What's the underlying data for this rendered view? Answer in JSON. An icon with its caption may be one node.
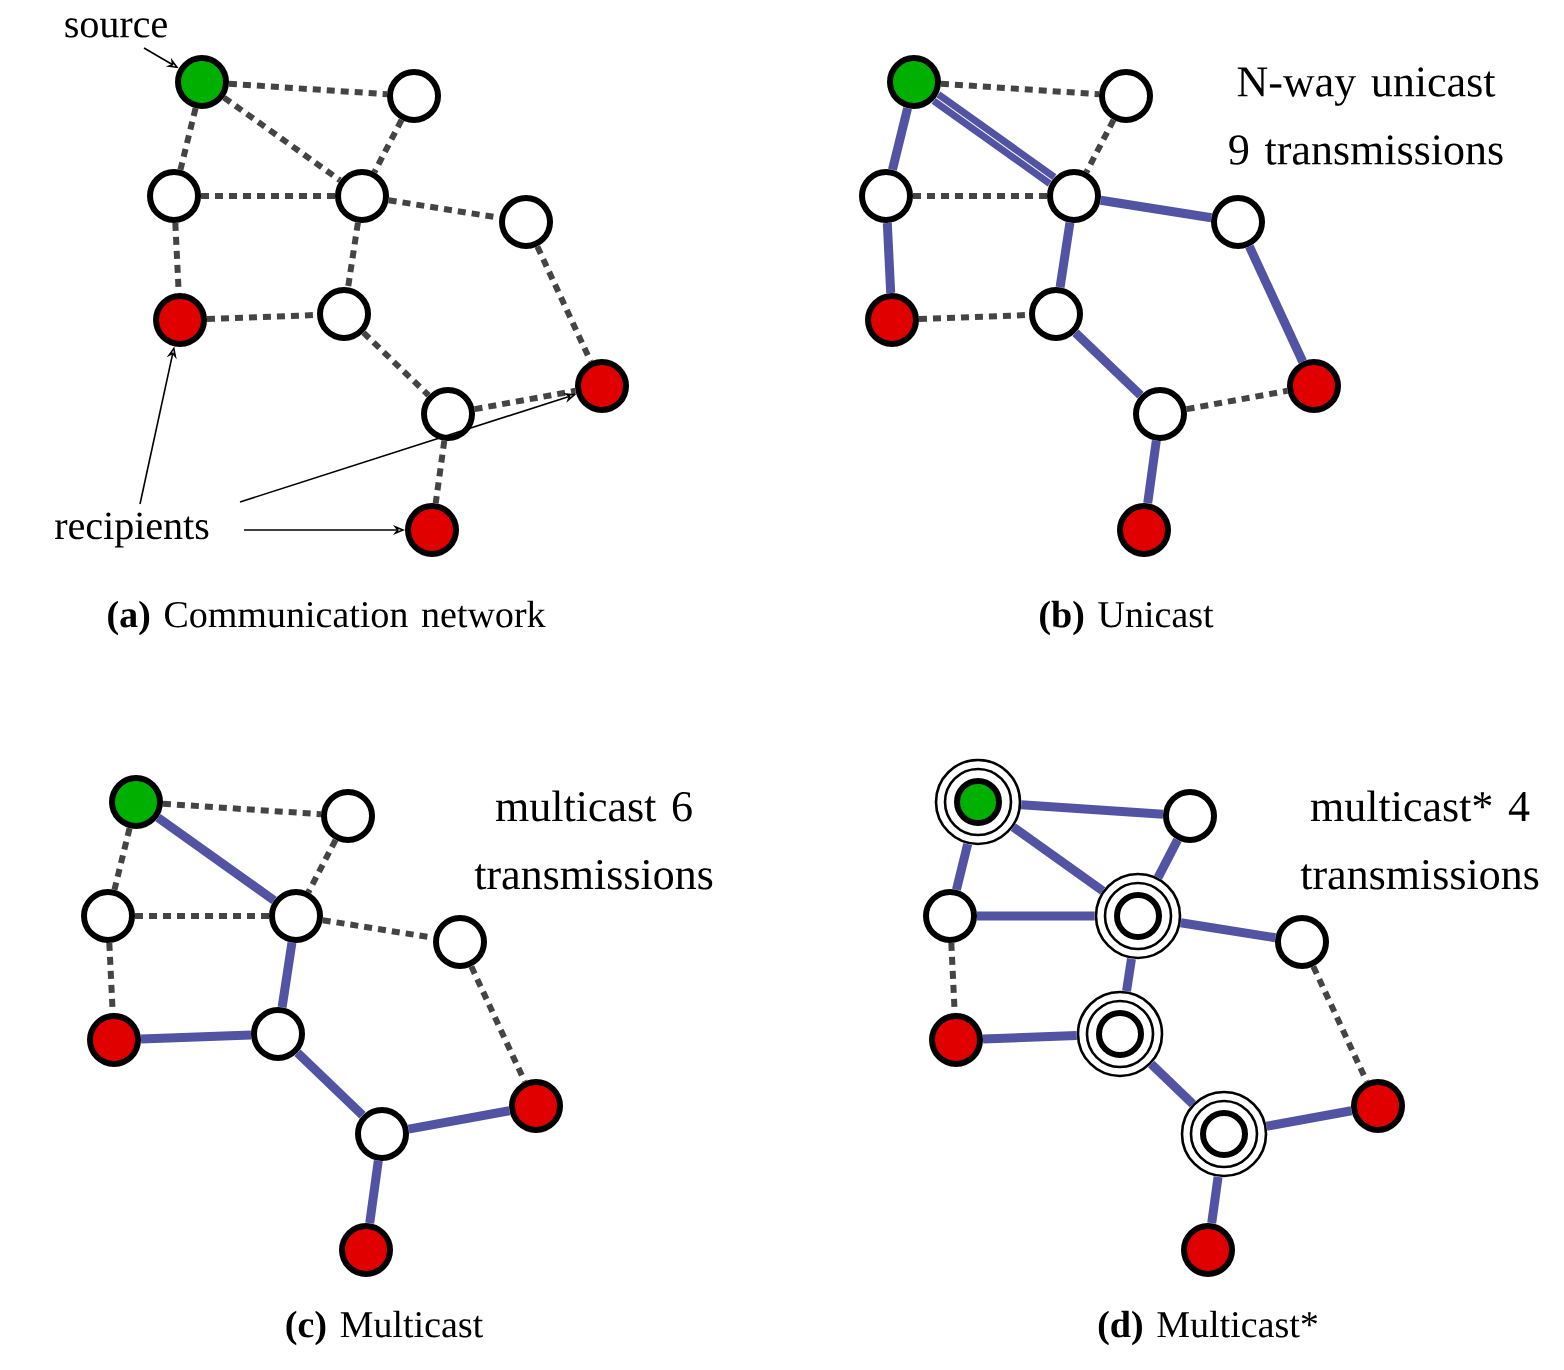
{
  "diagram": {
    "nodes": [
      {
        "text": [
          "source"
        ]
      },
      {
        "text": [],
        "shape": "circle"
      },
      {
        "text": [],
        "shape": "circle"
      },
      {
        "text": [],
        "shape": "circle"
      },
      {
        "text": [],
        "shape": "circle"
      },
      {
        "text": [],
        "shape": "circle"
      },
      {
        "text": [],
        "shape": "circle"
      },
      {
        "text": [],
        "shape": "circle"
      },
      {
        "text": [],
        "shape": "circle"
      },
      {
        "text": [],
        "shape": "circle"
      },
      {
        "text": [],
        "shape": "circle"
      },
      {
        "text": [
          "recipients"
        ]
      },
      {
        "text": [],
        "shape": "circle"
      },
      {
        "text": [],
        "shape": "circle"
      },
      {
        "text": [],
        "shape": "circle"
      },
      {
        "text": [],
        "shape": "circle"
      },
      {
        "text": [],
        "shape": "circle"
      },
      {
        "text": [],
        "shape": "circle"
      },
      {
        "text": [],
        "shape": "circle"
      },
      {
        "text": [],
        "shape": "circle"
      },
      {
        "text": [],
        "shape": "circle"
      },
      {
        "text": [],
        "shape": "circle"
      },
      {
        "text": [],
        "shape": "circle"
      },
      {
        "text": [],
        "shape": "circle"
      },
      {
        "text": [],
        "shape": "circle"
      },
      {
        "text": [],
        "shape": "circle"
      },
      {
        "text": [],
        "shape": "circle"
      },
      {
        "text": [],
        "shape": "circle"
      },
      {
        "text": [],
        "shape": "circle"
      },
      {
        "text": [],
        "shape": "circle"
      },
      {
        "text": [],
        "shape": "circle"
      },
      {
        "text": [],
        "shape": "circle"
      },
      {
        "text": [],
        "shape": "target"
      },
      {
        "text": [],
        "shape": "circle"
      },
      {
        "text": [],
        "shape": "circle"
      },
      {
        "text": [],
        "shape": "target"
      },
      {
        "text": [],
        "shape": "circle"
      },
      {
        "text": [],
        "shape": "circle"
      },
      {
        "text": [],
        "shape": "target"
      },
      {
        "text": [],
        "shape": "target"
      },
      {
        "text": [],
        "shape": "circle"
      },
      {
        "text": [],
        "shape": "circle"
      }
    ],
    "edges": [
      {
        "from": 0,
        "to": 1,
        "arrow": "to"
      },
      {
        "from": 1,
        "to": 2,
        "arrow": "none",
        "style": "dashed"
      },
      {
        "from": 1,
        "to": 3,
        "arrow": "none",
        "style": "dashed"
      },
      {
        "from": 1,
        "to": 4,
        "arrow": "none",
        "style": "dashed"
      },
      {
        "from": 2,
        "to": 4,
        "arrow": "none",
        "style": "dashed"
      },
      {
        "from": 3,
        "to": 4,
        "arrow": "none",
        "style": "dashed"
      },
      {
        "from": 4,
        "to": 5,
        "arrow": "none",
        "style": "dashed"
      },
      {
        "from": 3,
        "to": 6,
        "arrow": "none",
        "style": "dashed"
      },
      {
        "from": 4,
        "to": 7,
        "arrow": "none",
        "style": "dashed"
      },
      {
        "from": 6,
        "to": 7,
        "arrow": "none",
        "style": "dashed"
      },
      {
        "from": 7,
        "to": 8,
        "arrow": "none",
        "style": "dashed"
      },
      {
        "from": 5,
        "to": 9,
        "arrow": "none",
        "style": "dashed"
      },
      {
        "from": 8,
        "to": 9,
        "arrow": "none",
        "style": "dashed"
      },
      {
        "from": 8,
        "to": 10,
        "arrow": "none",
        "style": "dashed"
      },
      {
        "from": 11,
        "to": 6,
        "arrow": "to"
      },
      {
        "from": 11,
        "to": 9,
        "arrow": "to"
      },
      {
        "from": 11,
        "to": 10,
        "arrow": "to"
      },
      {
        "from": 12,
        "to": 13,
        "arrow": "none",
        "style": "dashed"
      },
      {
        "from": 12,
        "to": 14,
        "arrow": "none",
        "color": "#5254a3"
      },
      {
        "from": 12,
        "to": 15,
        "arrow": "none",
        "color": "#5254a3"
      },
      {
        "from": 12,
        "to": 15,
        "arrow": "none",
        "color": "#5254a3"
      },
      {
        "from": 13,
        "to": 15,
        "arrow": "none",
        "style": "dashed"
      },
      {
        "from": 14,
        "to": 15,
        "arrow": "none",
        "style": "dashed"
      },
      {
        "from": 15,
        "to": 16,
        "arrow": "none",
        "color": "#5254a3"
      },
      {
        "from": 14,
        "to": 17,
        "arrow": "none",
        "color": "#5254a3"
      },
      {
        "from": 15,
        "to": 18,
        "arrow": "none",
        "color": "#5254a3"
      },
      {
        "from": 17,
        "to": 18,
        "arrow": "none",
        "style": "dashed"
      },
      {
        "from": 18,
        "to": 19,
        "arrow": "none",
        "color": "#5254a3"
      },
      {
        "from": 16,
        "to": 20,
        "arrow": "none",
        "color": "#5254a3"
      },
      {
        "from": 19,
        "to": 20,
        "arrow": "none",
        "style": "dashed"
      },
      {
        "from": 19,
        "to": 21,
        "arrow": "none",
        "color": "#5254a3"
      },
      {
        "from": 22,
        "to": 23,
        "arrow": "none",
        "style": "dashed"
      },
      {
        "from": 22,
        "to": 24,
        "arrow": "none",
        "style": "dashed"
      },
      {
        "from": 22,
        "to": 25,
        "arrow": "none",
        "color": "#5254a3"
      },
      {
        "from": 23,
        "to": 25,
        "arrow": "none",
        "style": "dashed"
      },
      {
        "from": 24,
        "to": 25,
        "arrow": "none",
        "style": "dashed"
      },
      {
        "from": 25,
        "to": 26,
        "arrow": "none",
        "style": "dashed"
      },
      {
        "from": 24,
        "to": 27,
        "arrow": "none",
        "style": "dashed"
      },
      {
        "from": 25,
        "to": 28,
        "arrow": "none",
        "color": "#5254a3"
      },
      {
        "from": 27,
        "to": 28,
        "arrow": "none",
        "color": "#5254a3"
      },
      {
        "from": 28,
        "to": 29,
        "arrow": "none",
        "color": "#5254a3"
      },
      {
        "from": 26,
        "to": 30,
        "arrow": "none",
        "style": "dashed"
      },
      {
        "from": 29,
        "to": 30,
        "arrow": "none",
        "color": "#5254a3"
      },
      {
        "from": 29,
        "to": 31,
        "arrow": "none",
        "color": "#5254a3"
      },
      {
        "from": 32,
        "to": 33,
        "arrow": "none",
        "color": "#5254a3"
      },
      {
        "from": 32,
        "to": 34,
        "arrow": "none",
        "color": "#5254a3"
      },
      {
        "from": 32,
        "to": 35,
        "arrow": "none",
        "color": "#5254a3"
      },
      {
        "from": 33,
        "to": 35,
        "arrow": "none",
        "color": "#5254a3"
      },
      {
        "from": 34,
        "to": 35,
        "arrow": "none",
        "color": "#5254a3"
      },
      {
        "from": 35,
        "to": 36,
        "arrow": "none",
        "color": "#5254a3"
      },
      {
        "from": 34,
        "to": 37,
        "arrow": "none",
        "style": "dashed"
      },
      {
        "from": 35,
        "to": 38,
        "arrow": "none",
        "color": "#5254a3"
      },
      {
        "from": 37,
        "to": 38,
        "arrow": "none",
        "color": "#5254a3"
      },
      {
        "from": 38,
        "to": 39,
        "arrow": "none",
        "color": "#5254a3"
      },
      {
        "from": 36,
        "to": 40,
        "arrow": "none",
        "style": "dashed"
      },
      {
        "from": 39,
        "to": 40,
        "arrow": "none",
        "color": "#5254a3"
      },
      {
        "from": 39,
        "to": 41,
        "arrow": "none",
        "color": "#5254a3"
      }
    ],
    "labels": [
      "N-way unicast 9 transmissions",
      "**(a)** Communication network",
      "**(b)** Unicast",
      "multicast 6 transmissions",
      "multicast* 4 transmissions",
      "**(c)** Multicast",
      "**(d)** Multicast*"
    ]
  }
}
